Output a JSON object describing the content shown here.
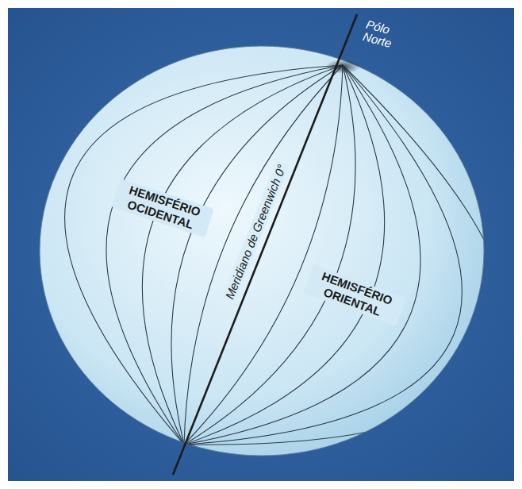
{
  "diagram": {
    "labels": [
      "Pólo Norte",
      "HEMISFÉRIO OCIDENTAL",
      "Meridiano de Greenwich 0°",
      "HEMISFÉRIO ORIENTAL"
    ]
  }
}
